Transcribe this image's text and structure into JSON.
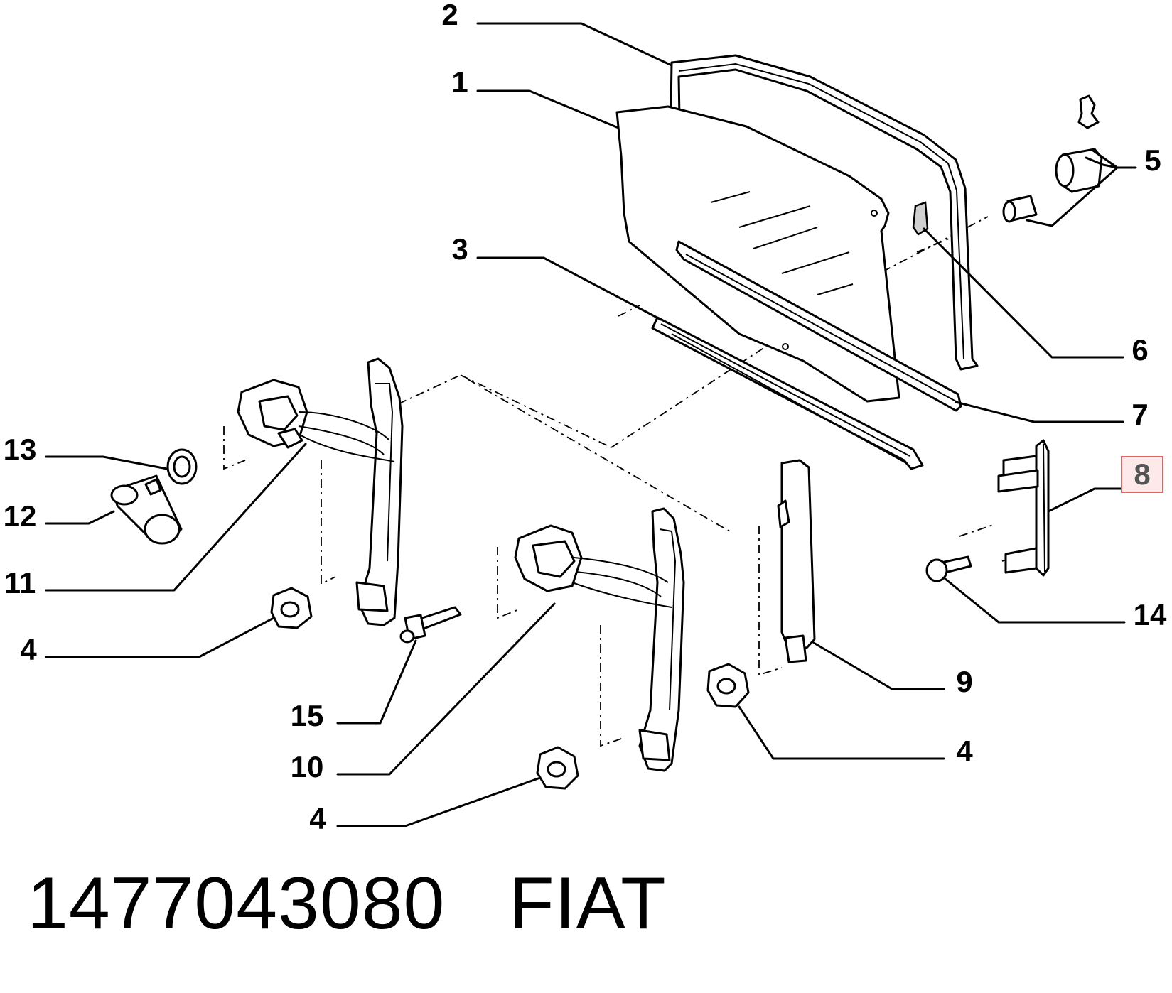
{
  "diagram": {
    "callouts": [
      "1",
      "2",
      "3",
      "4",
      "5",
      "6",
      "7",
      "8",
      "9",
      "10",
      "11",
      "12",
      "13",
      "14",
      "15"
    ],
    "highlighted_callout": "8",
    "colors": {
      "line": "#000000",
      "highlight_border": "#e06666",
      "highlight_fill": "#fde9e9",
      "highlight_text": "#555555"
    }
  },
  "caption": {
    "part_number": "1477043080",
    "brand": "FIAT",
    "text": "1477043080   FIAT"
  }
}
